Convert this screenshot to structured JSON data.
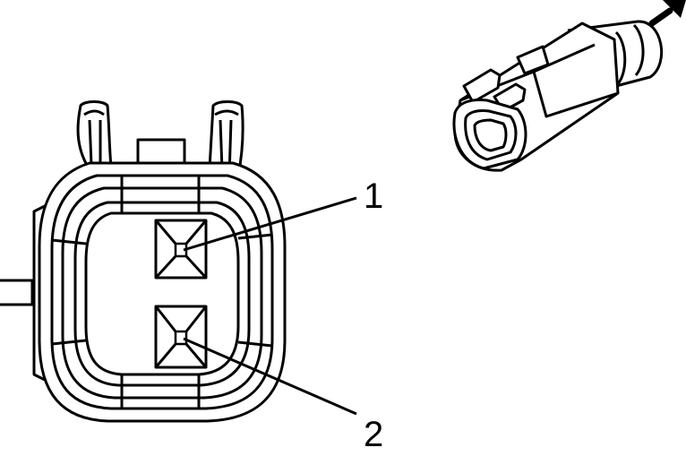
{
  "callouts": [
    {
      "id": "1",
      "text": "1"
    },
    {
      "id": "2",
      "text": "2"
    }
  ],
  "colors": {
    "stroke": "#000000",
    "fill": "#ffffff"
  },
  "icons": {
    "direction_arrow": "arrow-icon"
  }
}
